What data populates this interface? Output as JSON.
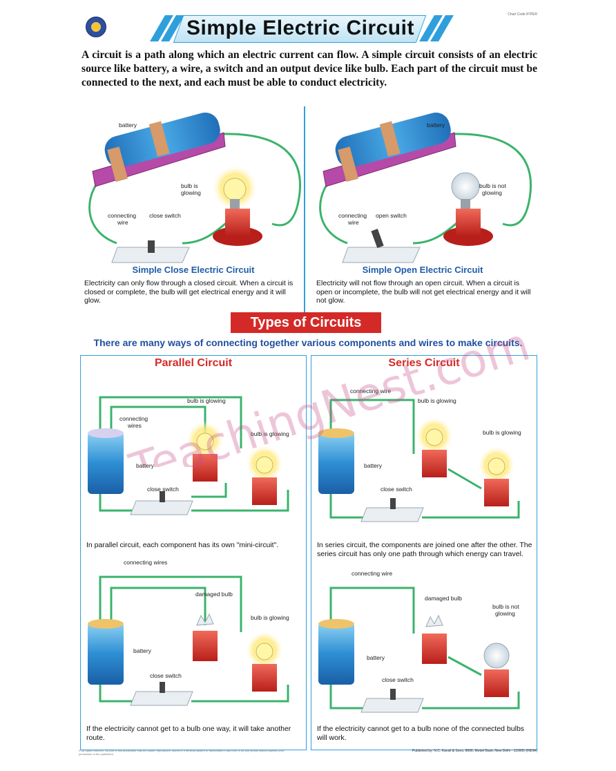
{
  "header": {
    "chart_code": "Chart Code 87PER",
    "title": "Simple Electric Circuit"
  },
  "intro": "A circuit is a path along which an electric current can flow. A simple circuit consists of an electric source like battery, a wire, a switch and an output device like bulb. Each part of the circuit must be connected to the next, and each must be able to conduct electricity.",
  "closed_circuit": {
    "caption": "Simple Close Electric Circuit",
    "description": "Electricity can only flow through a closed circuit. When a circuit is closed or complete, the bulb will get electrical energy and it will glow.",
    "labels": {
      "battery": "battery",
      "bulb_line1": "bulb is",
      "bulb_line2": "glowing",
      "wire_line1": "connecting",
      "wire_line2": "wire",
      "switch": "close switch"
    }
  },
  "open_circuit": {
    "caption": "Simple Open Electric Circuit",
    "description": "Electricity will not flow through an open circuit. When a circuit is open or incomplete, the  bulb will not get electrical energy and it will not glow.",
    "labels": {
      "battery": "battery",
      "bulb_line1": "bulb is not",
      "bulb_line2": "glowing",
      "wire_line1": "connecting",
      "wire_line2": "wire",
      "switch": "open switch"
    }
  },
  "types": {
    "heading": "Types of Circuits",
    "subheading": "There are many ways of connecting together various components and wires to make circuits."
  },
  "parallel": {
    "title": "Parallel Circuit",
    "top": {
      "labels": {
        "wires_line1": "connecting",
        "wires_line2": "wires",
        "bulb1": "bulb is glowing",
        "bulb2": "bulb is glowing",
        "battery": "battery",
        "switch": "close switch"
      },
      "description": "In parallel circuit, each component has its own \"mini-circuit\"."
    },
    "bottom": {
      "labels": {
        "wires": "connecting wires",
        "bulb1": "damaged bulb",
        "bulb2": "bulb is glowing",
        "battery": "battery",
        "switch": "close switch"
      },
      "description": "If the electricity cannot get to a bulb one way, it will take another route."
    }
  },
  "series": {
    "title": "Series Circuit",
    "top": {
      "labels": {
        "wire": "connecting wire",
        "bulb1": "bulb is glowing",
        "bulb2": "bulb is glowing",
        "battery": "battery",
        "switch": "close switch"
      },
      "description": "In series circuit, the components are joined one after the other. The series circuit has only one path through which energy can travel."
    },
    "bottom": {
      "labels": {
        "wire": "connecting wire",
        "bulb1": "damaged bulb",
        "bulb2_line1": "bulb is not",
        "bulb2_line2": "glowing",
        "battery": "battery",
        "switch": "close switch"
      },
      "description": "If the electricity cannot get to a bulb none of the connected bulbs will work."
    }
  },
  "watermark": "TeachingNest.com",
  "footer": {
    "left": "© All rights reserved. No part of this publication may be copied, reproduced, stored in a retrieval system or transmitted in any form or by any means without specific prior permission of the publishers.",
    "right": "Published by: N.C. Kansil & Sons, 8606, Model Basti, New Delhi - 110005 (INDIA)"
  },
  "colors": {
    "accent_blue": "#2f9fdc",
    "heading_red": "#d42a27",
    "caption_blue": "#1f5ca8",
    "wire_green": "#3ab36b"
  }
}
